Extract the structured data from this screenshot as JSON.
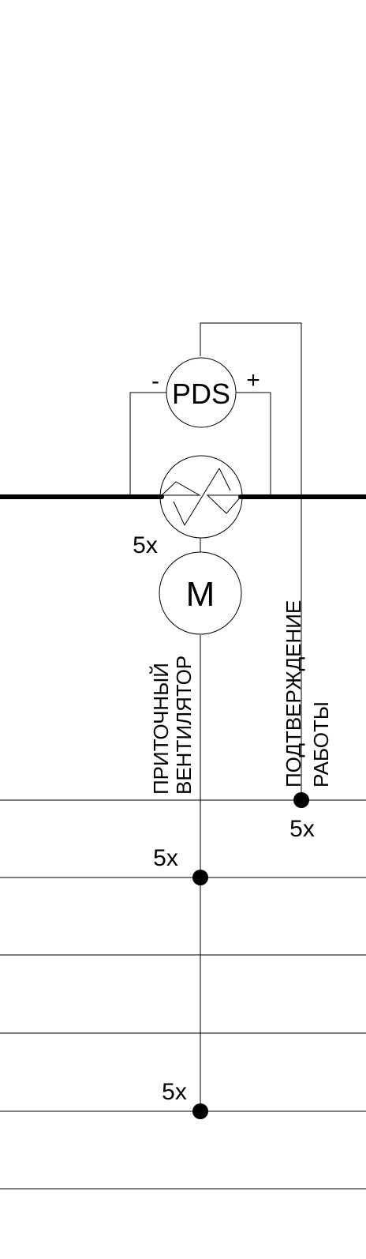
{
  "colors": {
    "line": "#000000",
    "background": "#ffffff"
  },
  "pds": {
    "label": "PDS",
    "minus": "-",
    "plus": "+"
  },
  "motor": {
    "label": "M"
  },
  "damper": {
    "multiplier": "5x"
  },
  "labels": {
    "supply_fan_line1": "ПРИТОЧНЫЙ",
    "supply_fan_line2": "ВЕНТИЛЯТОР",
    "confirm_line1": "ПОДТВЕРЖДЕНИЕ",
    "confirm_line2": "РАБОТЫ"
  },
  "bus_markers": {
    "confirm": "5x",
    "fan_first": "5x",
    "fan_second": "5x"
  }
}
